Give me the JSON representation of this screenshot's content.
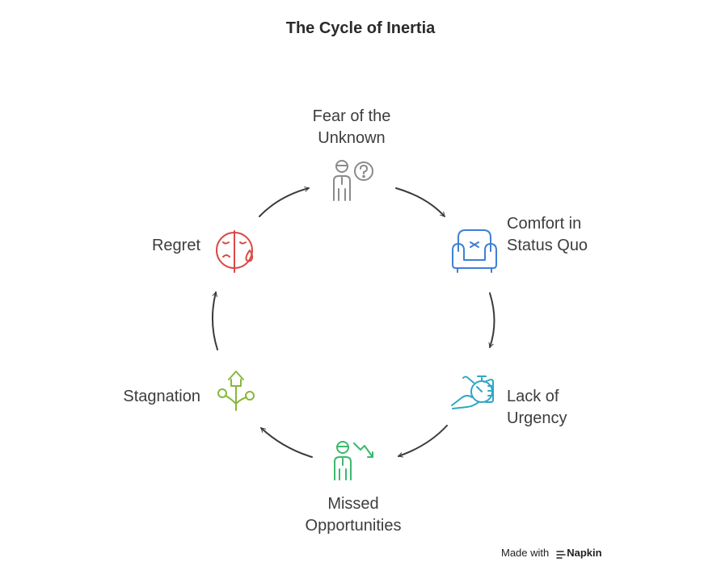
{
  "title": "The Cycle of Inertia",
  "stages": [
    {
      "id": "fear",
      "lines": [
        "Fear of the",
        "Unknown"
      ],
      "icon": "person-question-icon",
      "color": "#8a8a8a"
    },
    {
      "id": "comfort",
      "lines": [
        "Comfort in",
        "Status Quo"
      ],
      "icon": "armchair-icon",
      "color": "#3f7fd6"
    },
    {
      "id": "urgency",
      "lines": [
        "Lack of",
        "Urgency"
      ],
      "icon": "hand-stopwatch-icon",
      "color": "#2ea7c4"
    },
    {
      "id": "missed",
      "lines": [
        "Missed",
        "Opportunities"
      ],
      "icon": "person-down-arrow-icon",
      "color": "#3cb86e"
    },
    {
      "id": "stagnation",
      "lines": [
        "Stagnation"
      ],
      "icon": "stunted-plant-icon",
      "color": "#86b83a"
    },
    {
      "id": "regret",
      "lines": [
        "Regret"
      ],
      "icon": "sad-face-icon",
      "color": "#d94a45"
    }
  ],
  "footer": {
    "prefix": "Made with",
    "brand": "Napkin",
    "icon": "napkin-logo-icon"
  },
  "arrow_color": "#3a3a3a"
}
